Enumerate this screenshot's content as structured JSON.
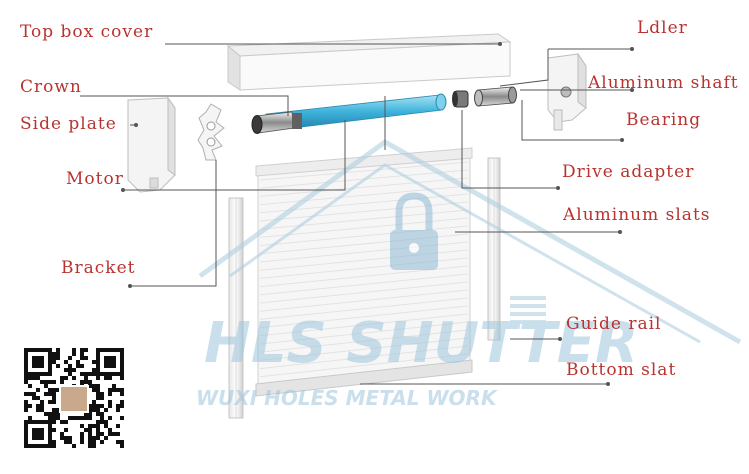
{
  "diagram": {
    "labels": {
      "top_box_cover": "Top box cover",
      "crown": "Crown",
      "side_plate": "Side plate",
      "motor": "Motor",
      "bracket": "Bracket",
      "idler": "Ldler",
      "aluminum_shaft": "Aluminum shaft",
      "bearing": "Bearing",
      "drive_adapter": "Drive adapter",
      "aluminum_slats": "Aluminum slats",
      "guide_rail": "Guide rail",
      "bottom_slat": "Bottom slat"
    },
    "watermark": {
      "brand": "HLS SHUTTER",
      "company": "WUXI HOLES METAL WORK"
    },
    "colors": {
      "label": "#b8332f",
      "leader_line": "#555555",
      "shaft": "#3fb4dc",
      "watermark": "#aacde0",
      "part_outline": "#c9c9c9"
    }
  }
}
